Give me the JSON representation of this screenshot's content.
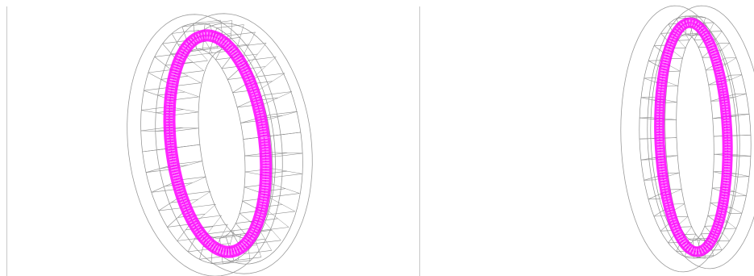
{
  "viewports": [
    {
      "id": "left",
      "view": "oblique",
      "colors": {
        "wireframe": "#8c8c8c",
        "outline": "#9a9a9a",
        "highlight": "#ff00ff",
        "background": "#ffffff"
      }
    },
    {
      "id": "right",
      "view": "near-front",
      "colors": {
        "wireframe": "#8c8c8c",
        "outline": "#9a9a9a",
        "highlight": "#ff00ff",
        "background": "#ffffff"
      }
    }
  ],
  "model": {
    "segments": 36,
    "layers": 3
  }
}
